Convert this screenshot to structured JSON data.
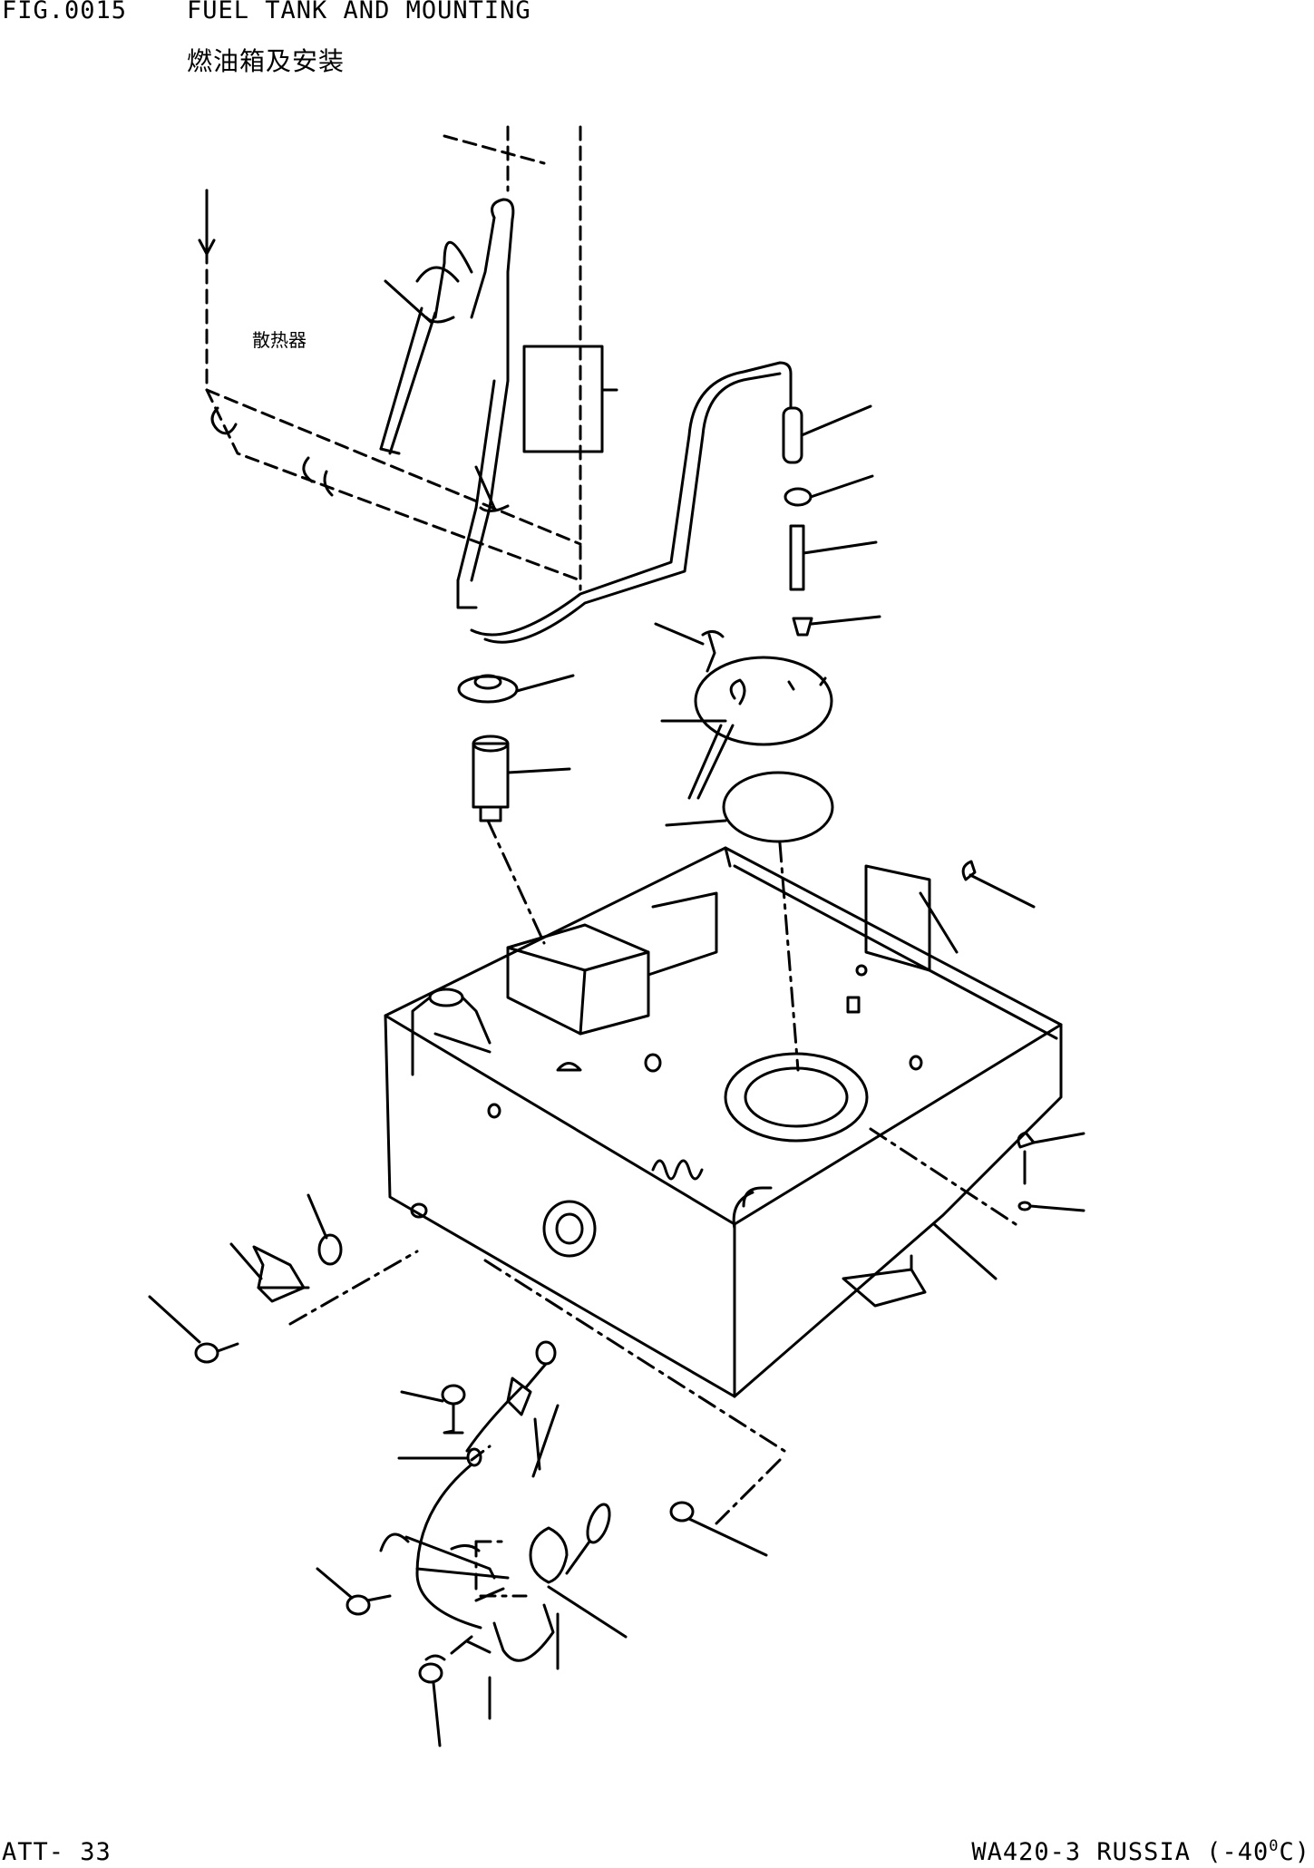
{
  "header": {
    "fig_no": "FIG.0015",
    "title": "FUEL TANK AND MOUNTING",
    "title_cn": "燃油箱及安装"
  },
  "diagram": {
    "radiator_label": "散热器"
  },
  "footer": {
    "page": "ATT- 33",
    "model_prefix": "WA420-3 RUSSIA (-40",
    "model_degree": "0",
    "model_suffix": "C)"
  }
}
